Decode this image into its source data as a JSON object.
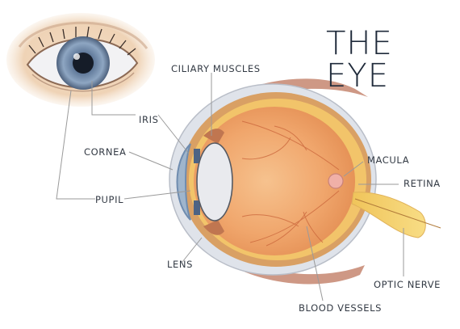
{
  "title": "THE EYE",
  "labels": {
    "ciliary_muscles": "CILIARY MUSCLES",
    "iris": "IRIS",
    "cornea": "CORNEA",
    "pupil": "PUPIL",
    "lens": "LENS",
    "macula": "MACULA",
    "retina": "RETINA",
    "optic_nerve": "OPTIC NERVE",
    "blood_vessels": "BLOOD VESSELS"
  },
  "colors": {
    "text": "#333a44",
    "leader_line": "#9a9a9a",
    "iris_blue": "#6f8caf",
    "sclera": "#dfe3ea",
    "choroid": "#d9a064",
    "retina_yellow": "#f2c46a",
    "vitreous": "#f3b07a",
    "lens": "#e9eaee",
    "muscle": "#c58670",
    "optic_nerve": "#f4d57a"
  }
}
